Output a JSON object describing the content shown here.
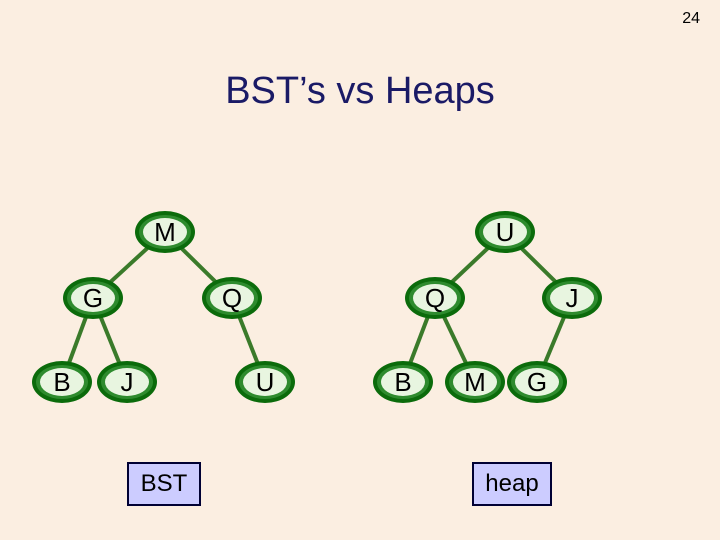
{
  "slide_number": "24",
  "title": "BST’s vs Heaps",
  "colors": {
    "background": "#fbeee1",
    "title": "#1a1a66",
    "node_fill": "#0b6b0b",
    "node_ring": "#2e8b2e",
    "node_inner": "#e8f5e0",
    "edge": "#3a7a2a",
    "label_box": "#ccccff",
    "label_border": "#000033"
  },
  "bst": {
    "label": "BST",
    "nodes": [
      "M",
      "G",
      "Q",
      "B",
      "J",
      "U"
    ],
    "edges": [
      [
        "M",
        "G"
      ],
      [
        "M",
        "Q"
      ],
      [
        "G",
        "B"
      ],
      [
        "G",
        "J"
      ],
      [
        "Q",
        "U"
      ]
    ]
  },
  "heap": {
    "label": "heap",
    "nodes": [
      "U",
      "Q",
      "J",
      "B",
      "M",
      "G"
    ],
    "edges": [
      [
        "U",
        "Q"
      ],
      [
        "U",
        "J"
      ],
      [
        "Q",
        "B"
      ],
      [
        "Q",
        "M"
      ],
      [
        "J",
        "G"
      ]
    ]
  }
}
